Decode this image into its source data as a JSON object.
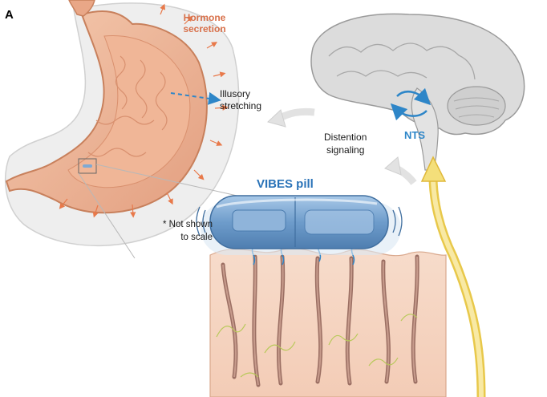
{
  "figure": {
    "panel_label": "A",
    "labels": {
      "hormone_line1": "Hormone",
      "hormone_line2": "secretion",
      "illusory_line1": "Illusory",
      "illusory_line2": "stretching",
      "distention_line1": "Distention",
      "distention_line2": "signaling",
      "nts": "NTS",
      "vibes_pill": "VIBES pill",
      "scale_line1": "* Not shown",
      "scale_line2": "to scale"
    },
    "colors": {
      "hormone_text": "#d8704a",
      "nts_text": "#2e86c8",
      "vibes_text": "#2a73b8",
      "stomach_wall": "#e6a78a",
      "stomach_inner": "#f2c3a8",
      "brain": "#d9d9d9",
      "pill": "#7ea9d3",
      "nerve_arrow": "#f4df7a",
      "mucosa": "#f6d6c4"
    },
    "icons": [
      "stomach-illustration",
      "brain-illustration",
      "vibes-pill-capsule",
      "mucosa-cross-section",
      "nerve-signal-arrow"
    ]
  }
}
